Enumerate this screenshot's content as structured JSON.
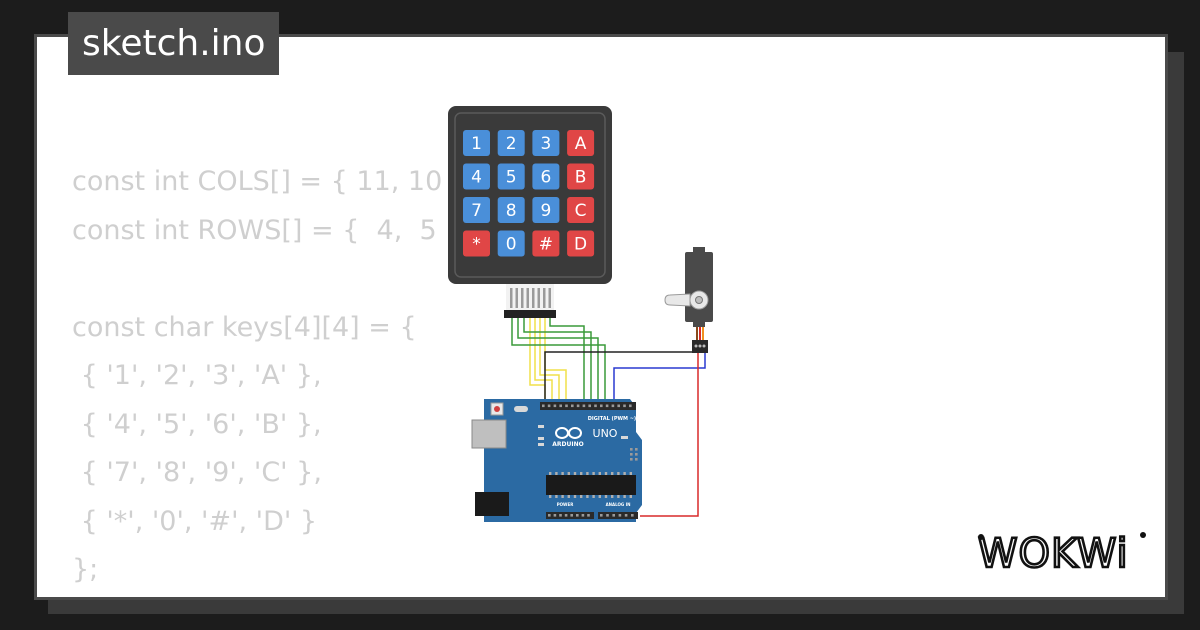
{
  "sketch_title": "sketch.ino",
  "code_lines": [
    "const int COLS[] = { 11, 10",
    "const int ROWS[] = {  4,  5",
    "",
    "const char keys[4][4] = {",
    " { '1', '2', '3', 'A' },",
    " { '4', '5', '6', 'B' },",
    " { '7', '8', '9', 'C' },",
    " { '*', '0', '#', 'D' }",
    "};"
  ],
  "keypad": {
    "rows": [
      [
        "1",
        "2",
        "3",
        "A"
      ],
      [
        "4",
        "5",
        "6",
        "B"
      ],
      [
        "7",
        "8",
        "9",
        "C"
      ],
      [
        "*",
        "0",
        "#",
        "D"
      ]
    ],
    "colors": {
      "body": "#3a3a3a",
      "digit": "#4a8fd9",
      "letter": "#e04646"
    }
  },
  "arduino": {
    "brand": "ARDUINO",
    "model": "UNO",
    "digital_label": "DIGITAL (PWM ~)",
    "analog_label": "ANALOG IN",
    "power_label": "POWER",
    "board_color": "#2b6aa3"
  },
  "wires": {
    "yellow": "#f0e04a",
    "green": "#3a9a3a",
    "black": "#222222",
    "blue": "#2a3ad0",
    "red": "#d82a2a"
  },
  "logo_text": "WOKWi"
}
